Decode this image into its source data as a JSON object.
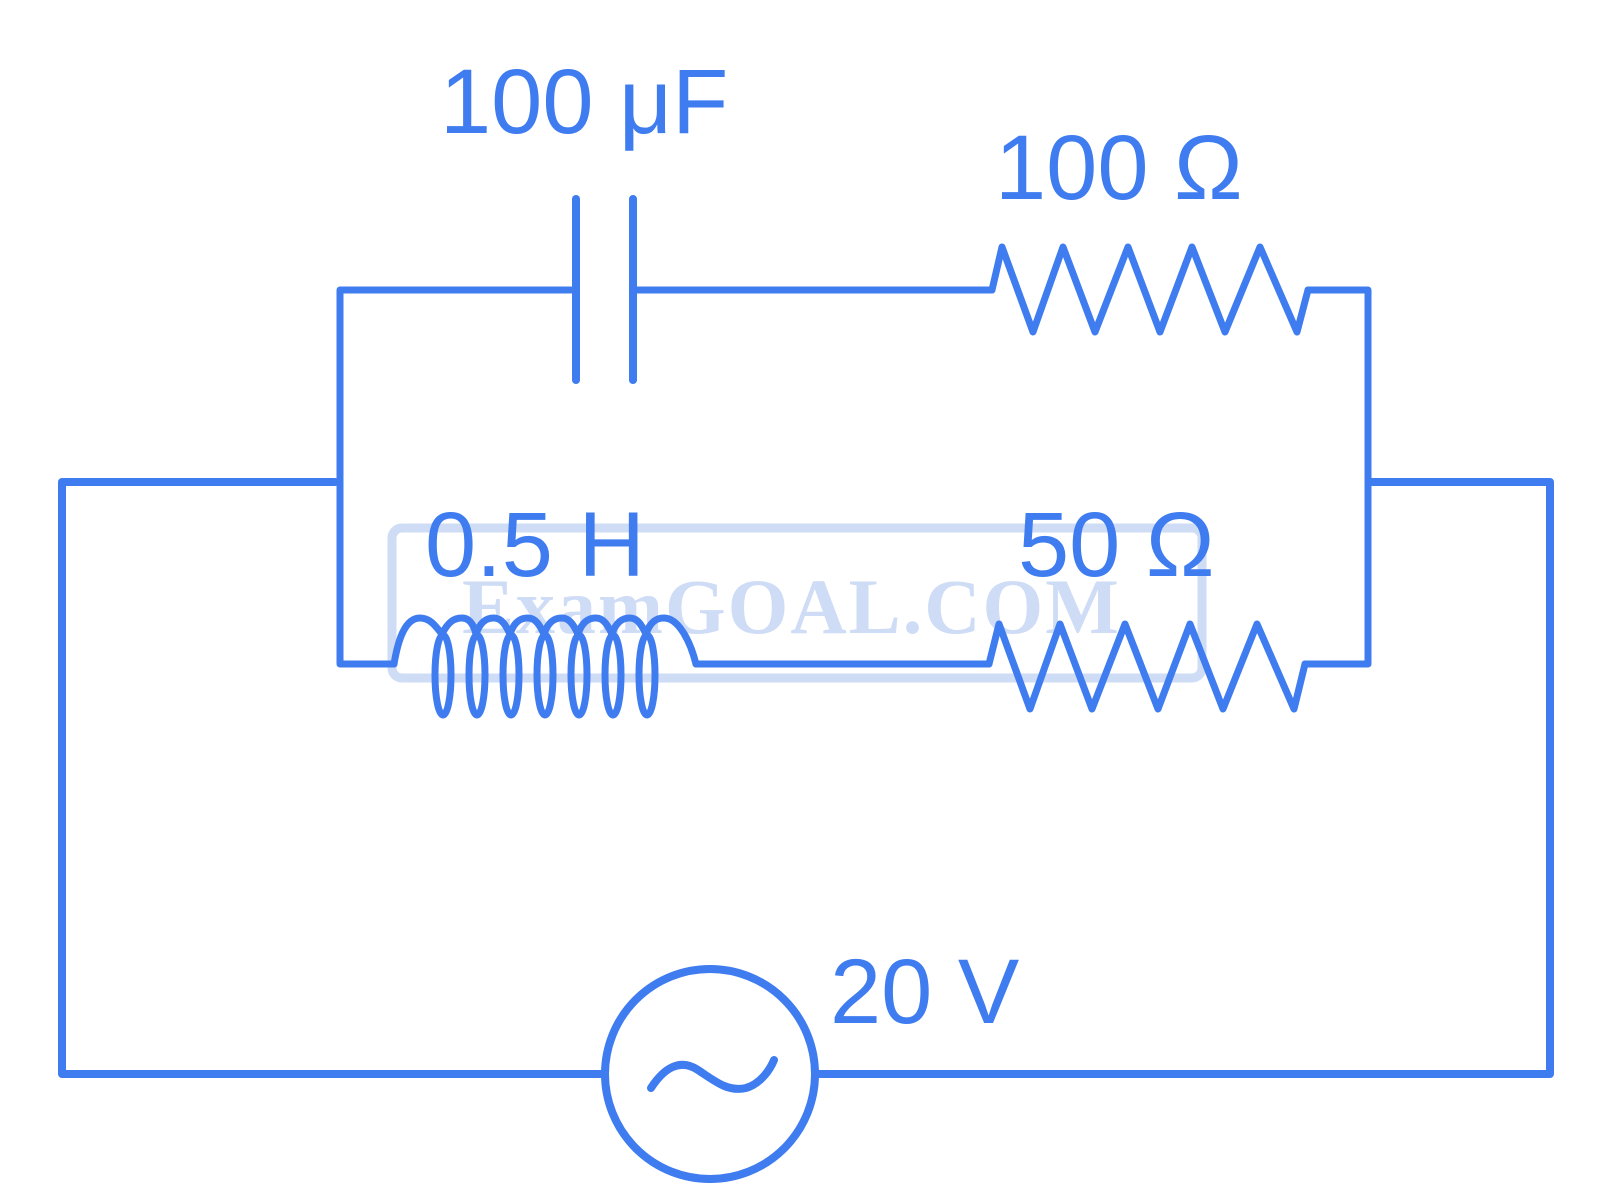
{
  "colors": {
    "circuit": "#3f7cf0",
    "watermark": "#cfdcf6",
    "background": "#ffffff"
  },
  "components": {
    "capacitor": {
      "label": "100 μF"
    },
    "resistor_top": {
      "label": "100 Ω"
    },
    "inductor": {
      "label": "0.5 H"
    },
    "resistor_bottom": {
      "label": "50 Ω"
    },
    "ac_source": {
      "label": "20 V",
      "icon": "sine-wave-icon"
    }
  },
  "watermark": {
    "text": "ExamGOAL.COM"
  }
}
